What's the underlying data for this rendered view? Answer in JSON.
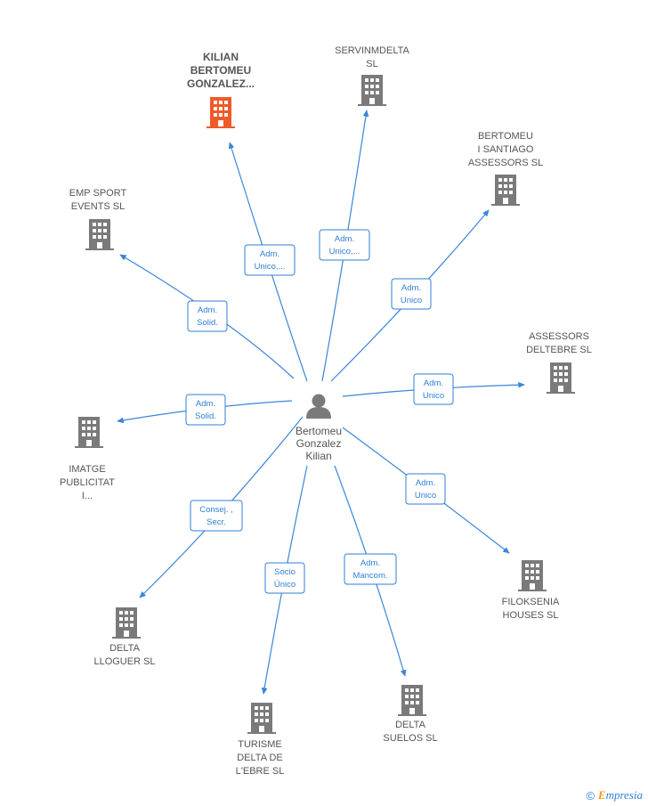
{
  "center": {
    "name_lines": [
      "Bertomeu",
      "Gonzalez",
      "Kilian"
    ],
    "icon": "person-icon"
  },
  "colors": {
    "edge": "#3a86d8",
    "building": "#7a7a7a",
    "highlight": "#f05a28"
  },
  "nodes": [
    {
      "id": "kilian",
      "label_lines": [
        "KILIAN",
        "BERTOMEU",
        "GONZALEZ..."
      ],
      "highlight": true,
      "edge_label": [
        "Adm.",
        "Unico,..."
      ],
      "icon": "building-icon"
    },
    {
      "id": "servinmdelta",
      "label_lines": [
        "SERVINMDELTA",
        "SL"
      ],
      "edge_label": [
        "Adm.",
        "Unico,..."
      ],
      "icon": "building-icon"
    },
    {
      "id": "bertomeu-santiago",
      "label_lines": [
        "BERTOMEU",
        "I SANTIAGO",
        "ASSESSORS SL"
      ],
      "edge_label": [
        "Adm.",
        "Unico"
      ],
      "icon": "building-icon"
    },
    {
      "id": "emp-sport",
      "label_lines": [
        "EMP SPORT",
        "EVENTS  SL"
      ],
      "edge_label": [
        "Adm.",
        "Solid."
      ],
      "icon": "building-icon"
    },
    {
      "id": "assessors-deltebre",
      "label_lines": [
        "ASSESSORS",
        "DELTEBRE SL"
      ],
      "edge_label": [
        "Adm.",
        "Unico"
      ],
      "icon": "building-icon"
    },
    {
      "id": "imatge",
      "label_lines": [
        "IMATGE",
        "PUBLICITAT",
        "I..."
      ],
      "edge_label": [
        "Adm.",
        "Solid."
      ],
      "icon": "building-icon"
    },
    {
      "id": "filoksenia",
      "label_lines": [
        "FILOKSENIA",
        "HOUSES  SL"
      ],
      "edge_label": [
        "Adm.",
        "Unico"
      ],
      "icon": "building-icon"
    },
    {
      "id": "delta-lloguer",
      "label_lines": [
        "DELTA",
        "LLOGUER SL"
      ],
      "edge_label": [
        "Consej. ,",
        "Secr."
      ],
      "icon": "building-icon"
    },
    {
      "id": "turisme",
      "label_lines": [
        "TURISME",
        "DELTA DE",
        "L'EBRE  SL"
      ],
      "edge_label": [
        "Socio",
        "Único"
      ],
      "icon": "building-icon"
    },
    {
      "id": "delta-suelos",
      "label_lines": [
        "DELTA",
        "SUELOS  SL"
      ],
      "edge_label": [
        "Adm.",
        "Mancom."
      ],
      "icon": "building-icon"
    }
  ],
  "footer": {
    "copyright": "©",
    "brand_first": "E",
    "brand_rest": "mpresia"
  }
}
